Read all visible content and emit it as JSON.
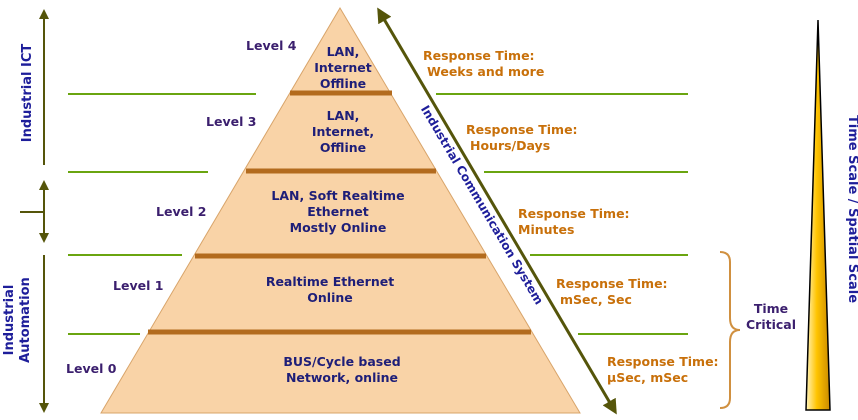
{
  "levels": [
    {
      "label": "Level 4",
      "network": [
        "LAN,",
        "Internet",
        "Offline"
      ],
      "response": [
        "Response Time:",
        "Weeks and more"
      ]
    },
    {
      "label": "Level 3",
      "network": [
        "LAN,",
        "Internet,",
        "Offline"
      ],
      "response": [
        "Response Time:",
        "Hours/Days"
      ]
    },
    {
      "label": "Level 2",
      "network": [
        "LAN, Soft Realtime",
        "Ethernet",
        "Mostly Online"
      ],
      "response": [
        "Response Time:",
        "Minutes"
      ]
    },
    {
      "label": "Level 1",
      "network": [
        "Realtime Ethernet",
        "Online"
      ],
      "response": [
        "Response Time:",
        "mSec, Sec"
      ]
    },
    {
      "label": "Level 0",
      "network": [
        "BUS/Cycle based",
        "Network, online"
      ],
      "response": [
        "Response Time:",
        "µSec, mSec"
      ]
    }
  ],
  "left_axis": {
    "top_label": "Industrial ICT",
    "bottom_label": [
      "Industrial",
      "Automation"
    ]
  },
  "diagonal_label": "Industrial Communication System",
  "time_critical": [
    "Time",
    "Critical"
  ],
  "right_scale_label": "Time Scale / Spatial Scale",
  "colors": {
    "pyramid_fill": "#f9d3a7",
    "pyramid_band": "#b36b1e",
    "divider_line": "#6aa510",
    "arrow_olive": "#55550a",
    "level_text": "#3b1f6e",
    "pyramid_text": "#1e1e78",
    "response_text": "#c8700a",
    "side_text": "#1e1e9a",
    "brace": "#d09040"
  }
}
